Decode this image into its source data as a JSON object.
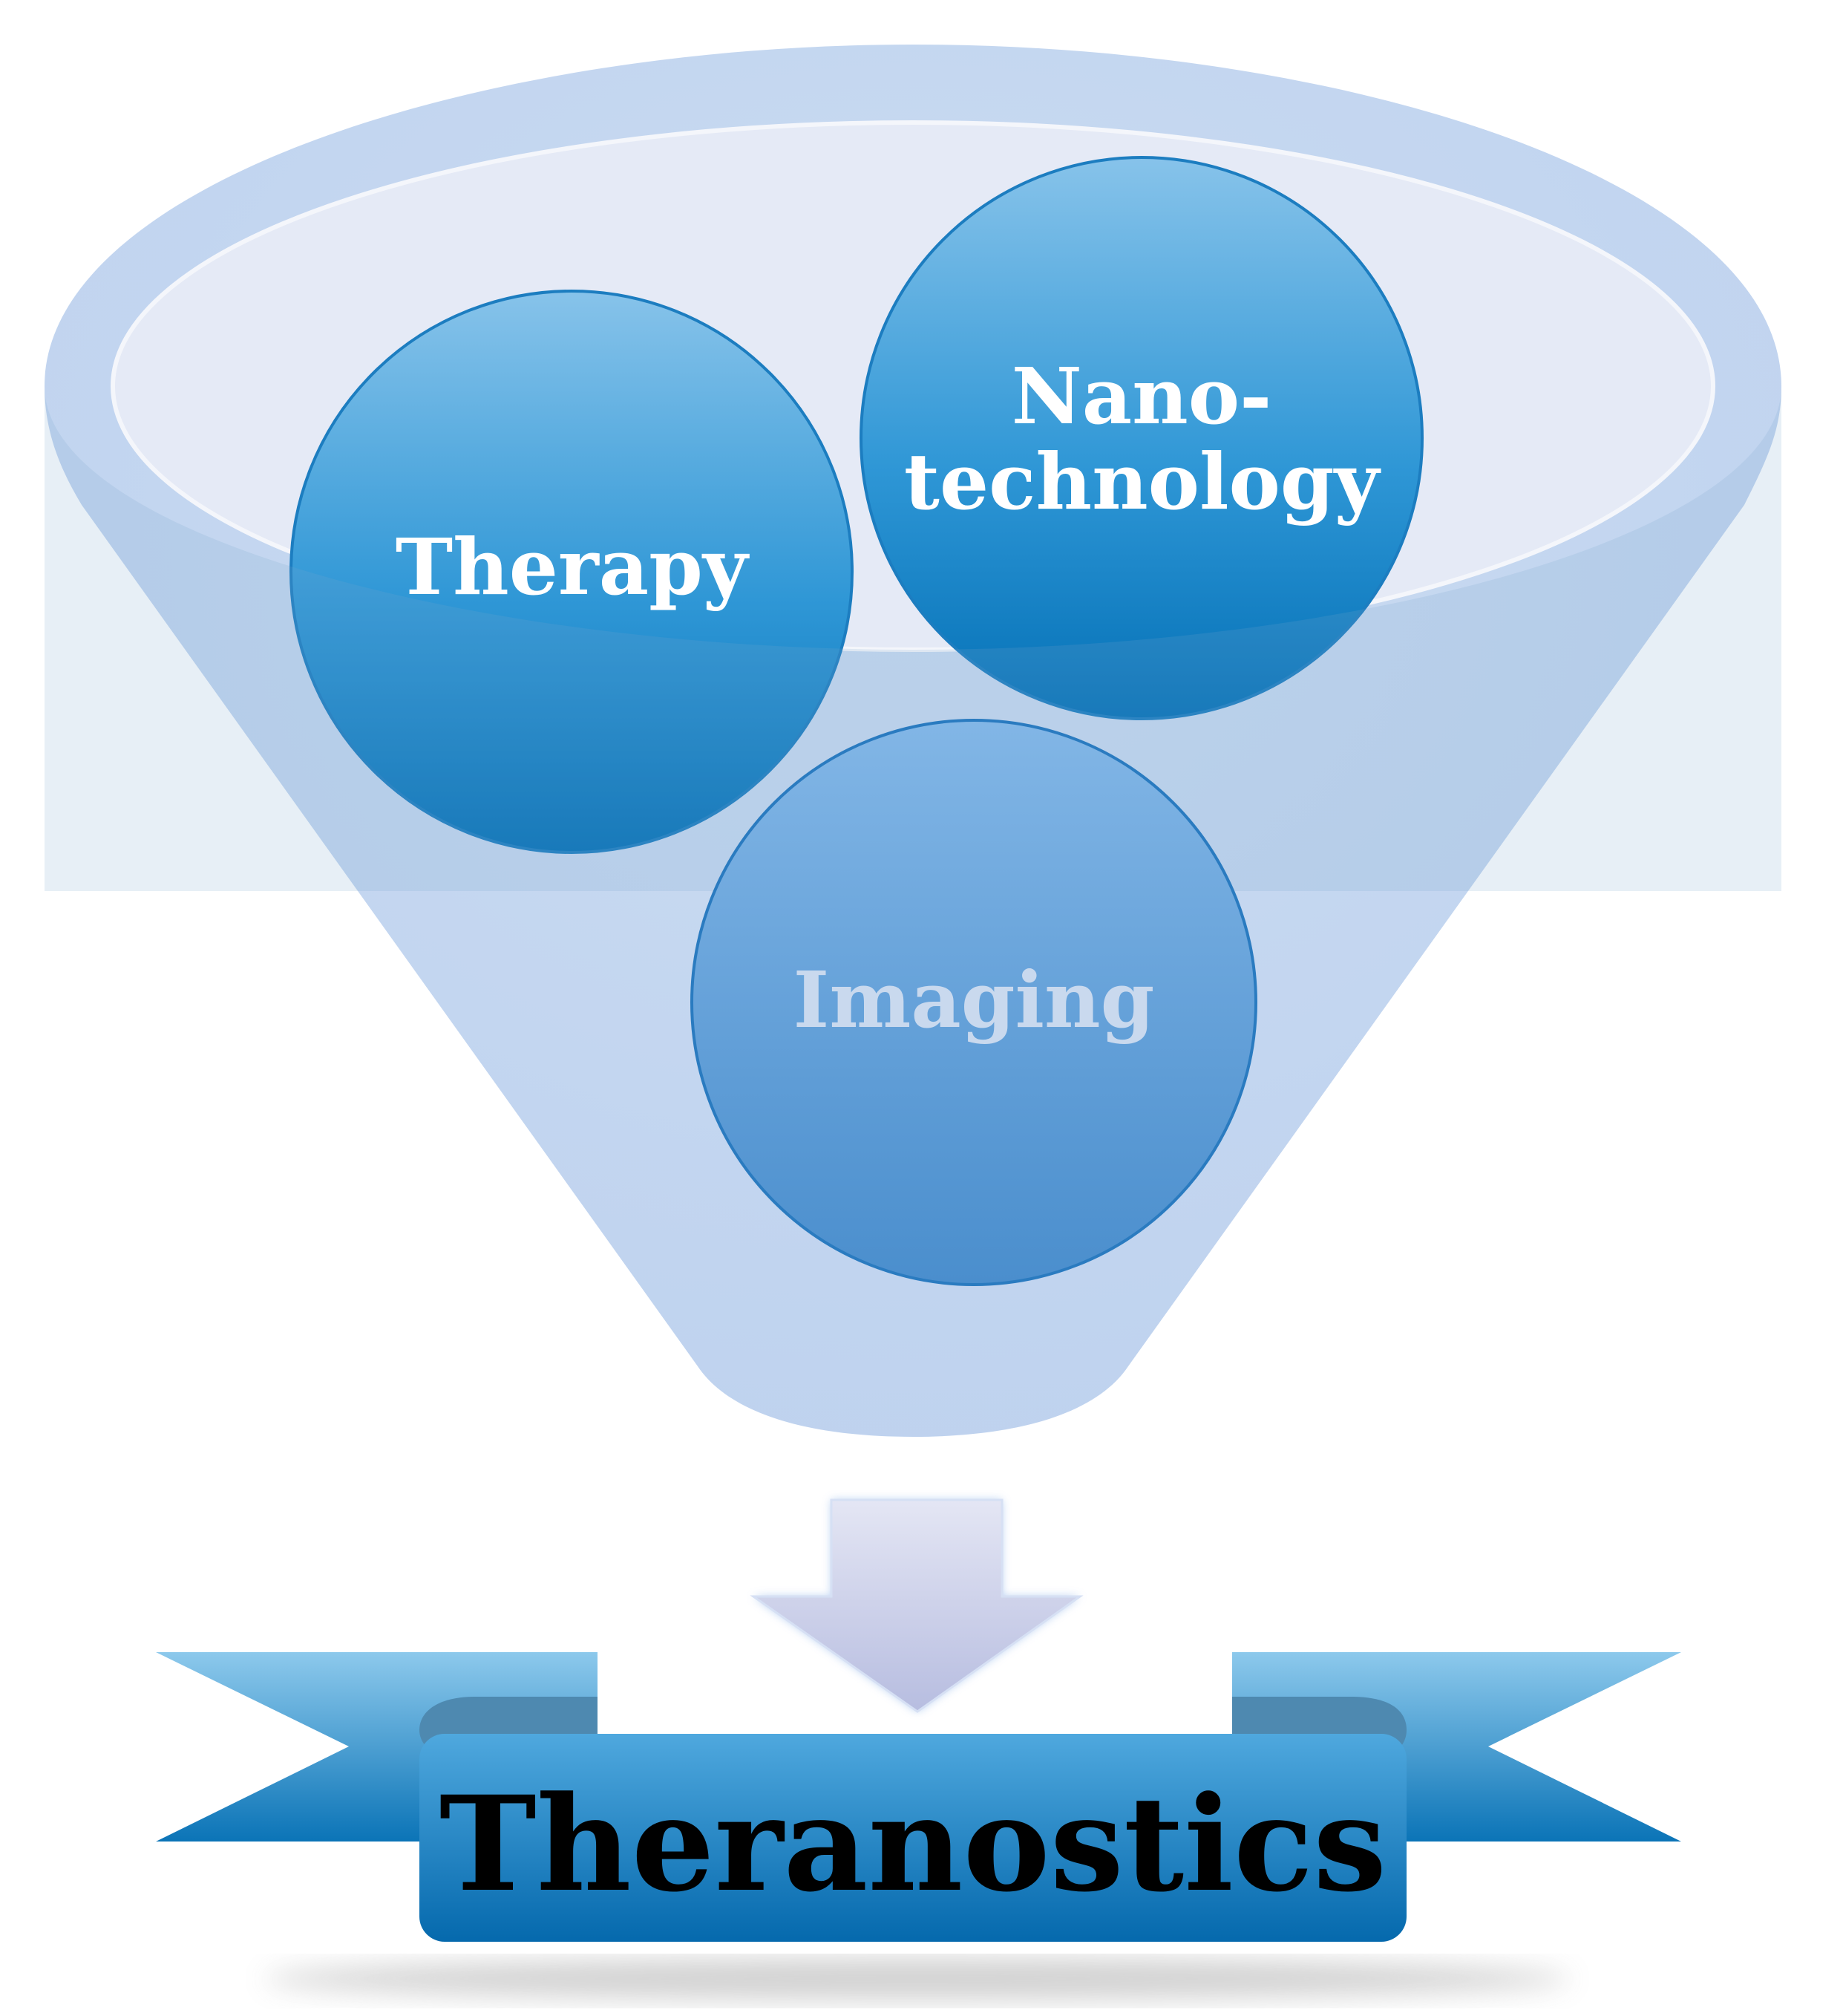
{
  "diagram": {
    "inputs": {
      "therapy": "Therapy",
      "nanotechnology_line1": "Nano-",
      "nanotechnology_line2": "technology",
      "imaging": "Imaging"
    },
    "output": "Theranostics"
  },
  "colors": {
    "funnel": "#c3d5ef",
    "funnel_opening": "#e6ebf6",
    "circle_light": "#7cbde9",
    "circle_dark": "#0475bb",
    "imaging_circle": "#5a9fd8",
    "arrow": "#c7cdea",
    "ribbon_light": "#84c4ea",
    "ribbon_dark": "#0572b5",
    "ribbon_fold": "#4d8db4",
    "output_text": "#000000"
  }
}
